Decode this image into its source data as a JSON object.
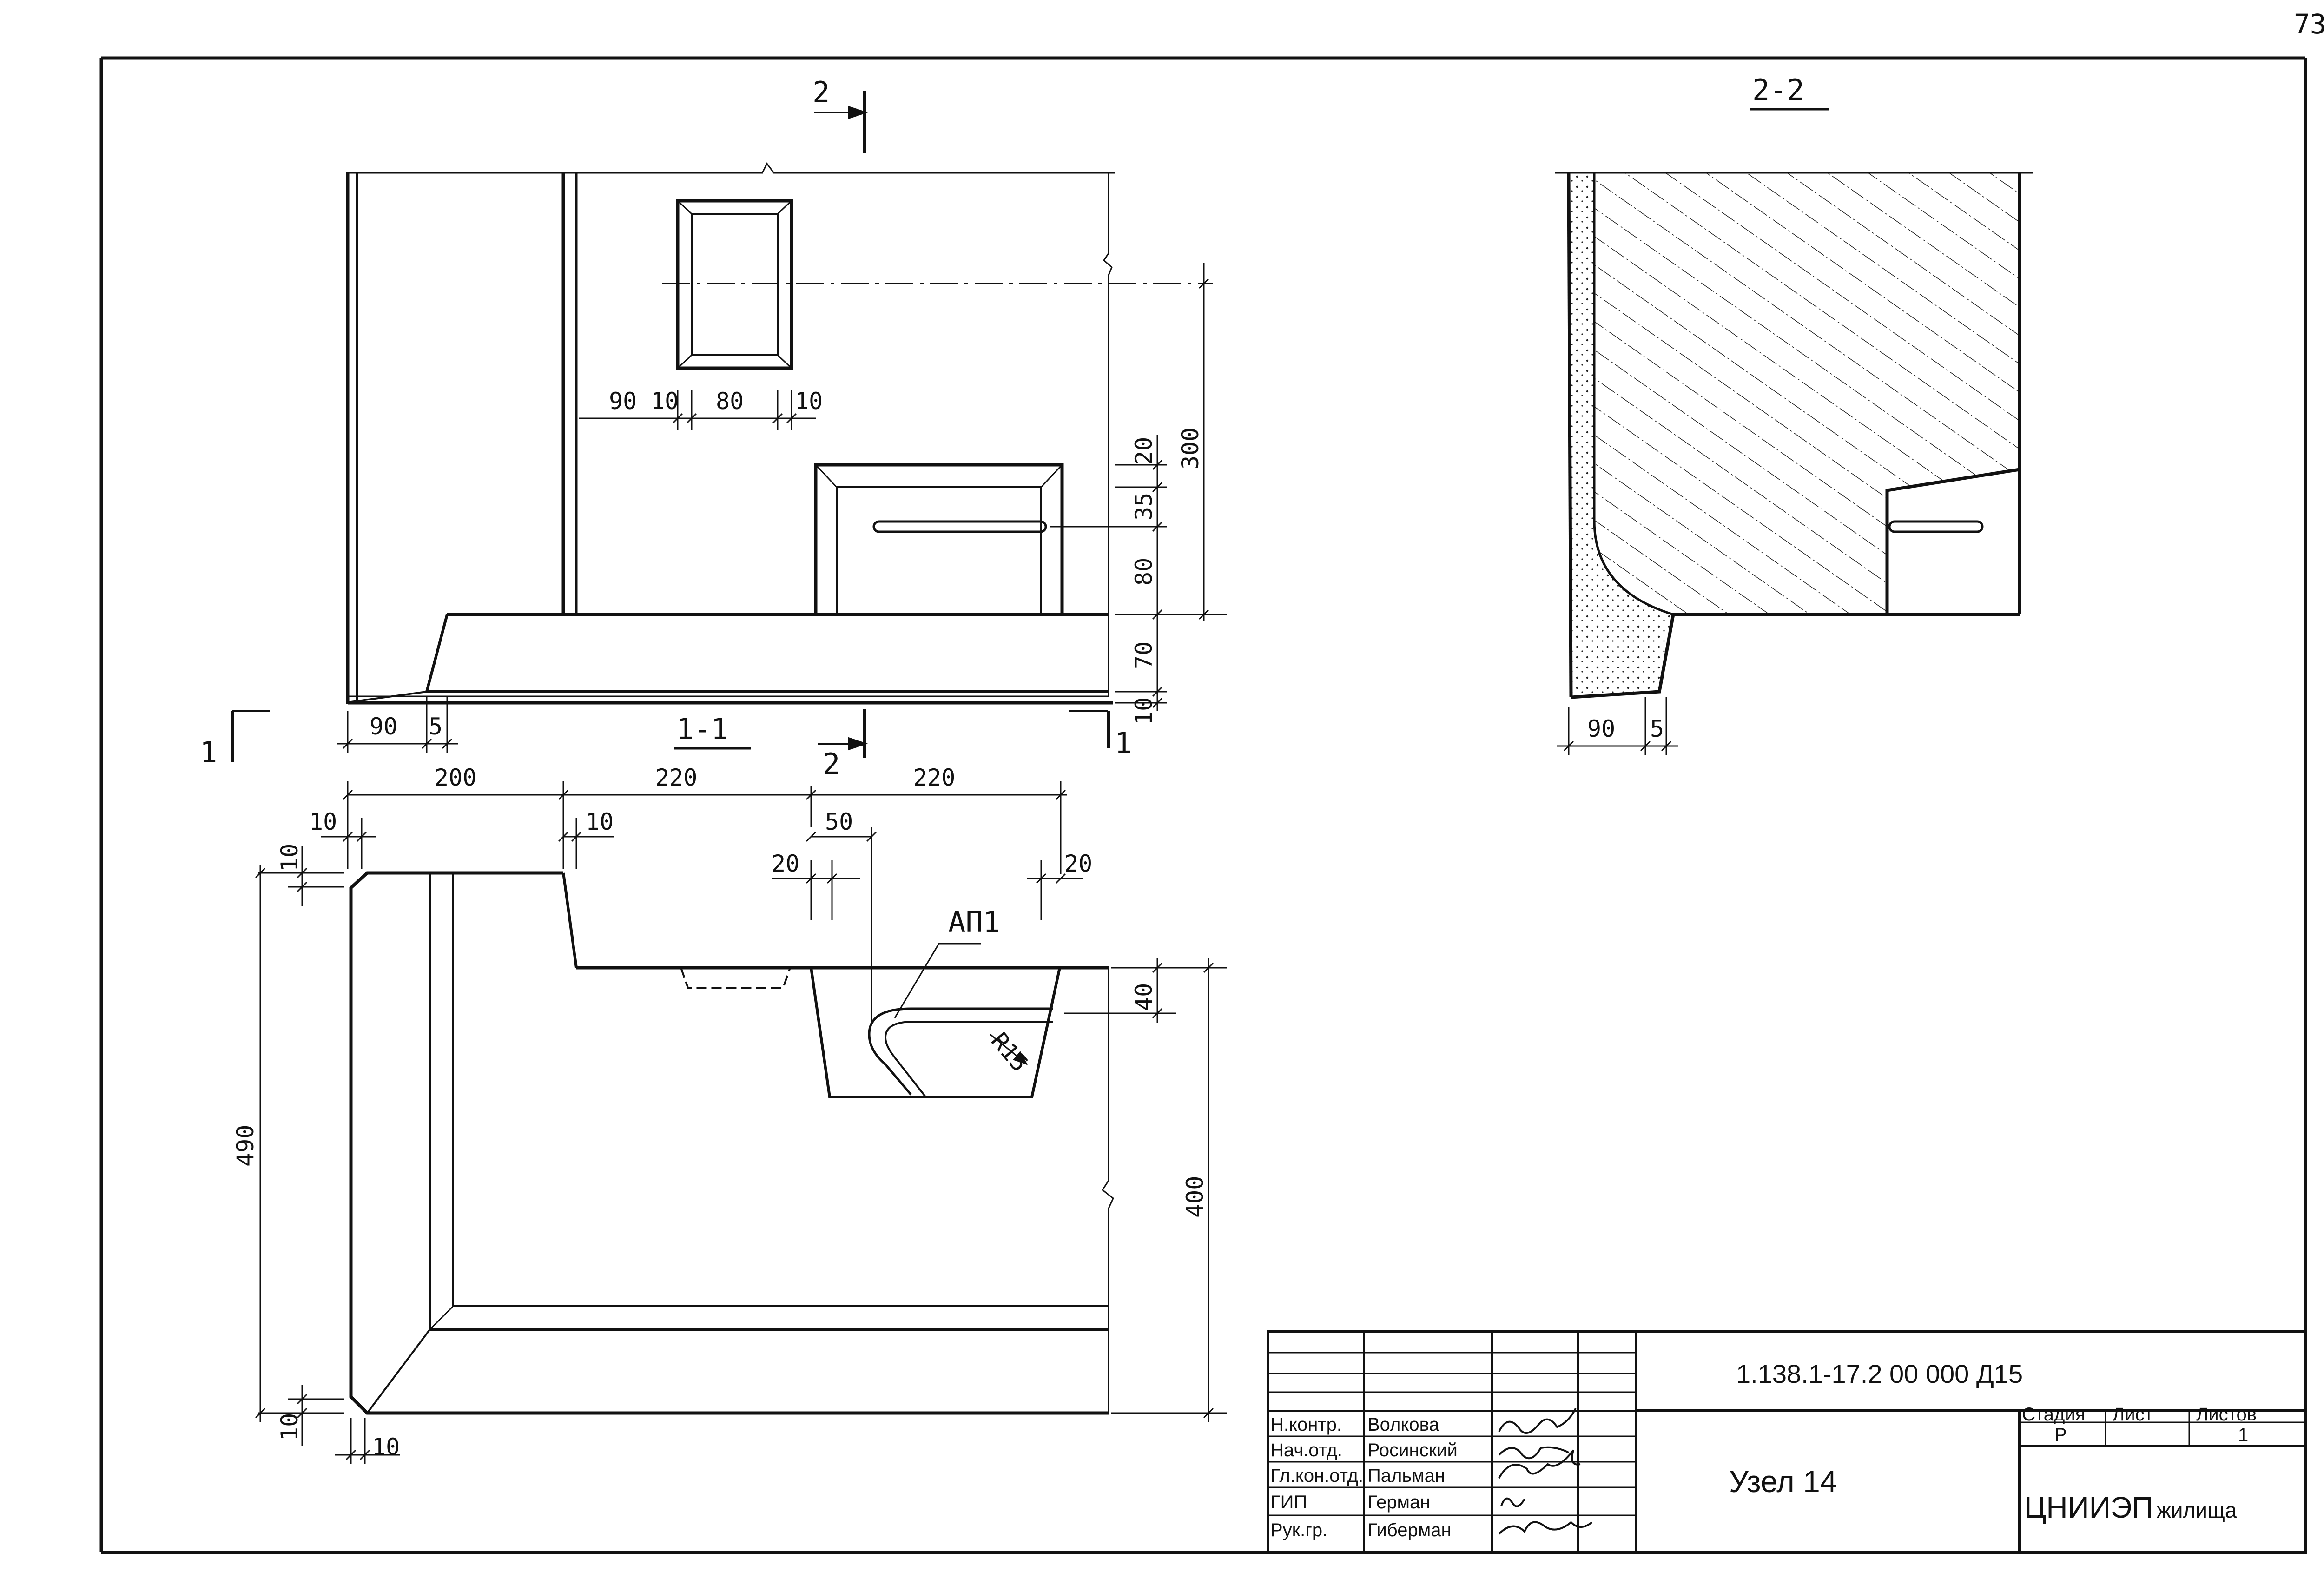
{
  "page_number": "73",
  "sections": {
    "s22": "2-2",
    "s11": "1-1",
    "mark2": "2",
    "mark1": "1",
    "ap1": "АП1",
    "r15": "R15"
  },
  "dims": {
    "d90a": "90",
    "d10a": "10",
    "d80": "80",
    "d10b": "10",
    "d20v": "20",
    "d35": "35",
    "d80v": "80",
    "d70": "70",
    "d10v": "10",
    "d300": "300",
    "d90b": "90",
    "d5b": "5",
    "d90c": "90",
    "d5c": "5",
    "d200": "200",
    "d220a": "220",
    "d220b": "220",
    "d10c": "10",
    "d10d": "10",
    "d50": "50",
    "d20a": "20",
    "d20b": "20",
    "d10e": "10",
    "d490": "490",
    "d40": "40",
    "d400": "400",
    "d10f": "10",
    "d10g": "10"
  },
  "title_block": {
    "code": "1.138.1-17.2   00 000 Д15",
    "title": "Узел 14",
    "stage_h": "Стадия",
    "sheet_h": "Лист",
    "sheets_h": "Листов",
    "stage": "Р",
    "sheets": "1",
    "org_main": "ЦНИИЭП",
    "org_sub": "жилища",
    "people": [
      {
        "role": "Н.контр.",
        "name": "Волкова"
      },
      {
        "role": "Нач.отд.",
        "name": "Росинский"
      },
      {
        "role": "Гл.кон.отд.",
        "name": "Пальман"
      },
      {
        "role": "ГИП",
        "name": "Герман"
      },
      {
        "role": "Рук.гр.",
        "name": "Гиберман"
      }
    ]
  }
}
